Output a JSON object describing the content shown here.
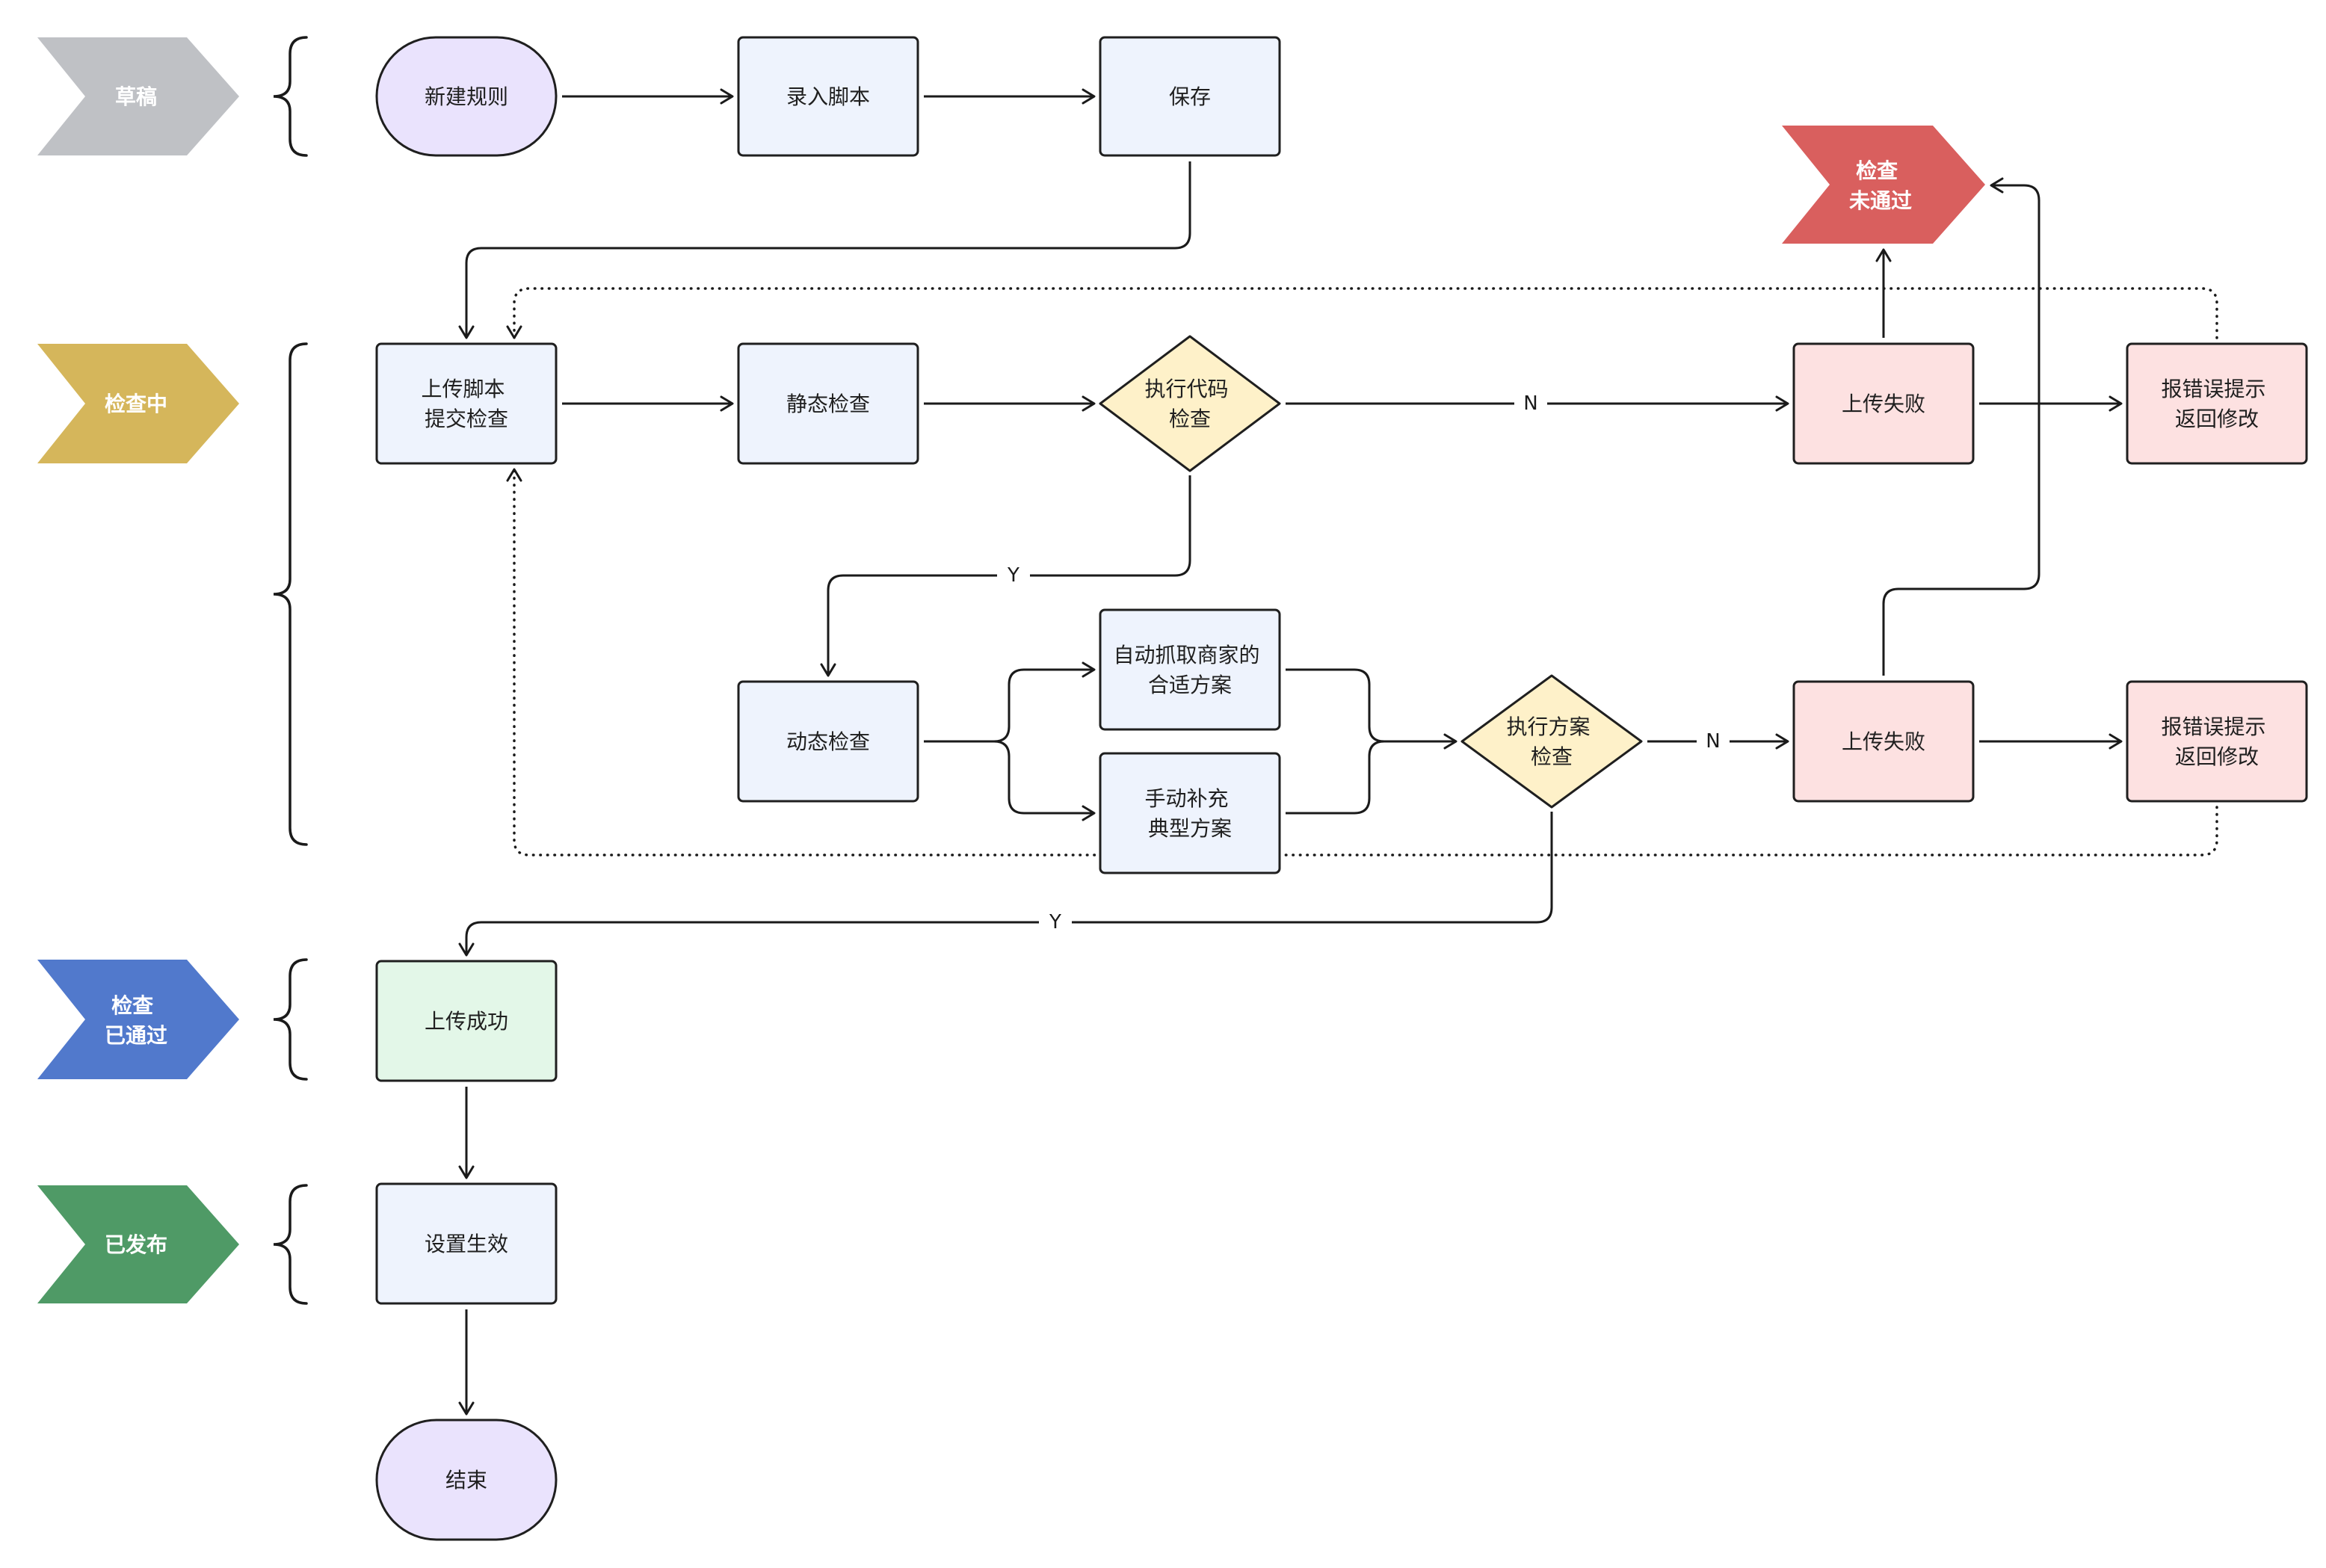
{
  "stages": {
    "draft": [
      "草稿"
    ],
    "checking": [
      "检查中"
    ],
    "passed": [
      "检查",
      "已通过"
    ],
    "published": [
      "已发布"
    ],
    "failed": [
      "检查",
      "未通过"
    ]
  },
  "nodes": {
    "new_rule": [
      "新建规则"
    ],
    "enter_script": [
      "录入脚本"
    ],
    "save": [
      "保存"
    ],
    "submit_script": [
      "上传脚本",
      "提交检查"
    ],
    "static_check": [
      "静态检查"
    ],
    "code_check": [
      "执行代码",
      "检查"
    ],
    "upload_failed_1": [
      "上传失败"
    ],
    "error_prompt_1": [
      "报错误提示",
      "返回修改"
    ],
    "dynamic_check": [
      "动态检查"
    ],
    "auto_fetch": [
      "自动抓取商家的",
      "合适方案"
    ],
    "manual_add": [
      "手动补充",
      "典型方案"
    ],
    "plan_check": [
      "执行方案",
      "检查"
    ],
    "upload_failed_2": [
      "上传失败"
    ],
    "error_prompt_2": [
      "报错误提示",
      "返回修改"
    ],
    "upload_success": [
      "上传成功"
    ],
    "set_effective": [
      "设置生效"
    ],
    "end": [
      "结束"
    ]
  },
  "edge_labels": {
    "code_check_no": "N",
    "code_check_yes": "Y",
    "plan_check_no": "N",
    "plan_check_yes": "Y"
  },
  "colors": {
    "stage_draft": "#BFC1C5",
    "stage_checking": "#D5B65B",
    "stage_passed": "#5179CC",
    "stage_published": "#4F9A66",
    "stage_failed": "#D95F5E",
    "node_default": "#EEF3FD",
    "node_terminal": "#EAE3FD",
    "node_decision": "#FEF1C9",
    "node_error": "#FDE1E1",
    "node_success": "#E3F7E8"
  }
}
